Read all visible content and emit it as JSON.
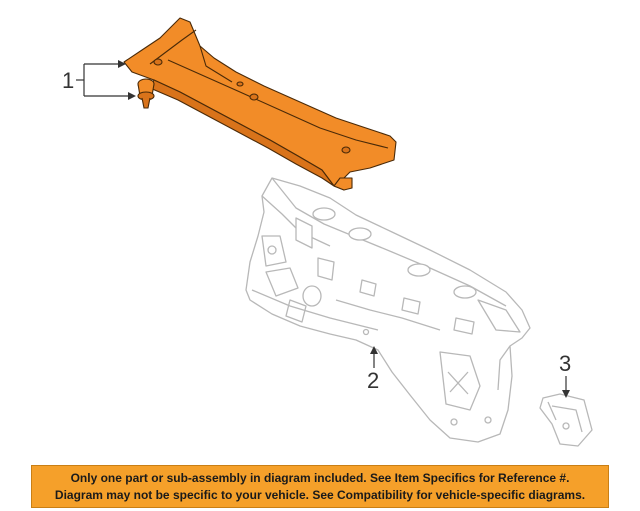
{
  "callouts": {
    "part_1": "1",
    "part_2": "2",
    "part_3": "3"
  },
  "colors": {
    "highlight_part": "#f28c28",
    "highlight_stroke": "#4a2a08",
    "line_art": "#b8b8b8",
    "banner_bg": "#f5a02a"
  },
  "notice": {
    "line1": "Only one part or sub-assembly in diagram included. See Item Specifics for Reference #.",
    "line2": "Diagram may not be specific to your vehicle. See Compatibility for vehicle-specific diagrams."
  }
}
